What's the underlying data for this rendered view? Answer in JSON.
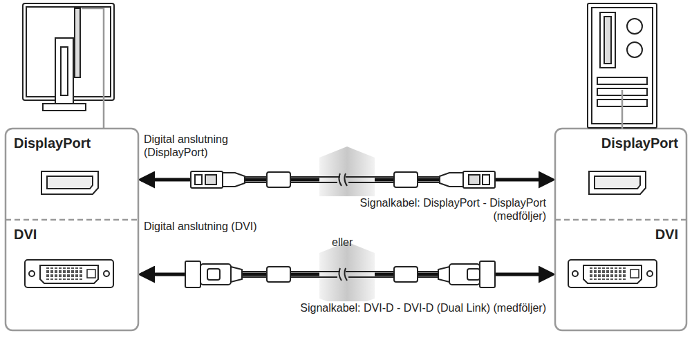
{
  "diagram": {
    "nodes": [
      {
        "text": [
          "DisplayPort"
        ]
      },
      {
        "text": [
          "DVI"
        ]
      },
      {
        "text": [
          "DisplayPort"
        ]
      },
      {
        "text": [
          "DVI"
        ]
      }
    ],
    "edges": [
      {
        "from": 0,
        "to": 2,
        "arrow": "both",
        "label": "Signalkabel: DisplayPort - DisplayPort (medföljer)"
      },
      {
        "from": 1,
        "to": 3,
        "arrow": "both",
        "label": "Signalkabel: DVI-D - DVI-D (Dual Link) (medföljer)"
      }
    ],
    "labels": [
      "Digital anslutning (DisplayPort)",
      "Digital anslutning (DVI)",
      "eller"
    ]
  }
}
